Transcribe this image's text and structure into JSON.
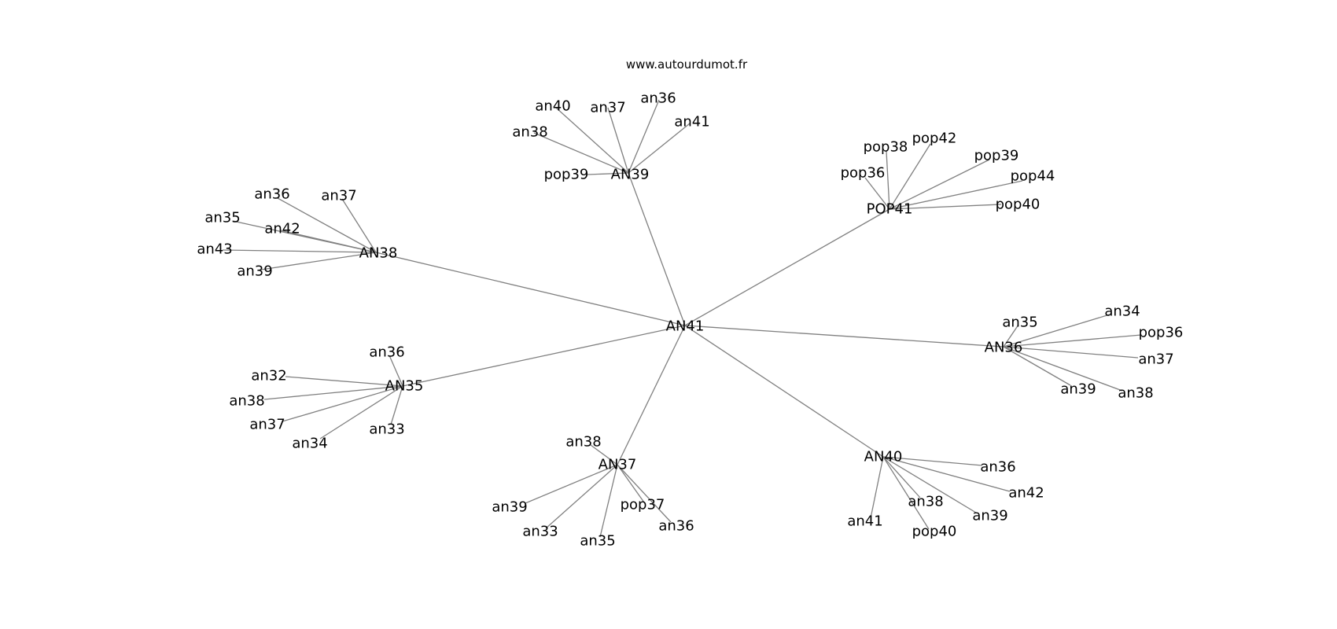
{
  "watermark": "www.autourdumot.fr",
  "colors": {
    "edge": "#808080",
    "text": "#000000",
    "background": "#ffffff"
  },
  "graph": {
    "center": "AN41",
    "hubs": [
      {
        "id": "hub-an38",
        "label": "AN38",
        "leaves": [
          "an36",
          "an37",
          "an35",
          "an42",
          "an43",
          "an39"
        ]
      },
      {
        "id": "hub-an39",
        "label": "AN39",
        "leaves": [
          "an40",
          "an37",
          "an36",
          "an41",
          "an38",
          "pop39"
        ]
      },
      {
        "id": "hub-pop41",
        "label": "POP41",
        "leaves": [
          "pop38",
          "pop42",
          "pop39",
          "pop36",
          "pop44",
          "pop40"
        ]
      },
      {
        "id": "hub-an36",
        "label": "AN36",
        "leaves": [
          "an35",
          "an34",
          "pop36",
          "an37",
          "an39",
          "an38"
        ]
      },
      {
        "id": "hub-an40",
        "label": "AN40",
        "leaves": [
          "an36",
          "an42",
          "an38",
          "an39",
          "an41",
          "pop40"
        ]
      },
      {
        "id": "hub-an37",
        "label": "AN37",
        "leaves": [
          "an38",
          "pop37",
          "an39",
          "an36",
          "an33",
          "an35"
        ]
      },
      {
        "id": "hub-an35",
        "label": "AN35",
        "leaves": [
          "an36",
          "an32",
          "an38",
          "an37",
          "an34",
          "an33"
        ]
      }
    ]
  }
}
